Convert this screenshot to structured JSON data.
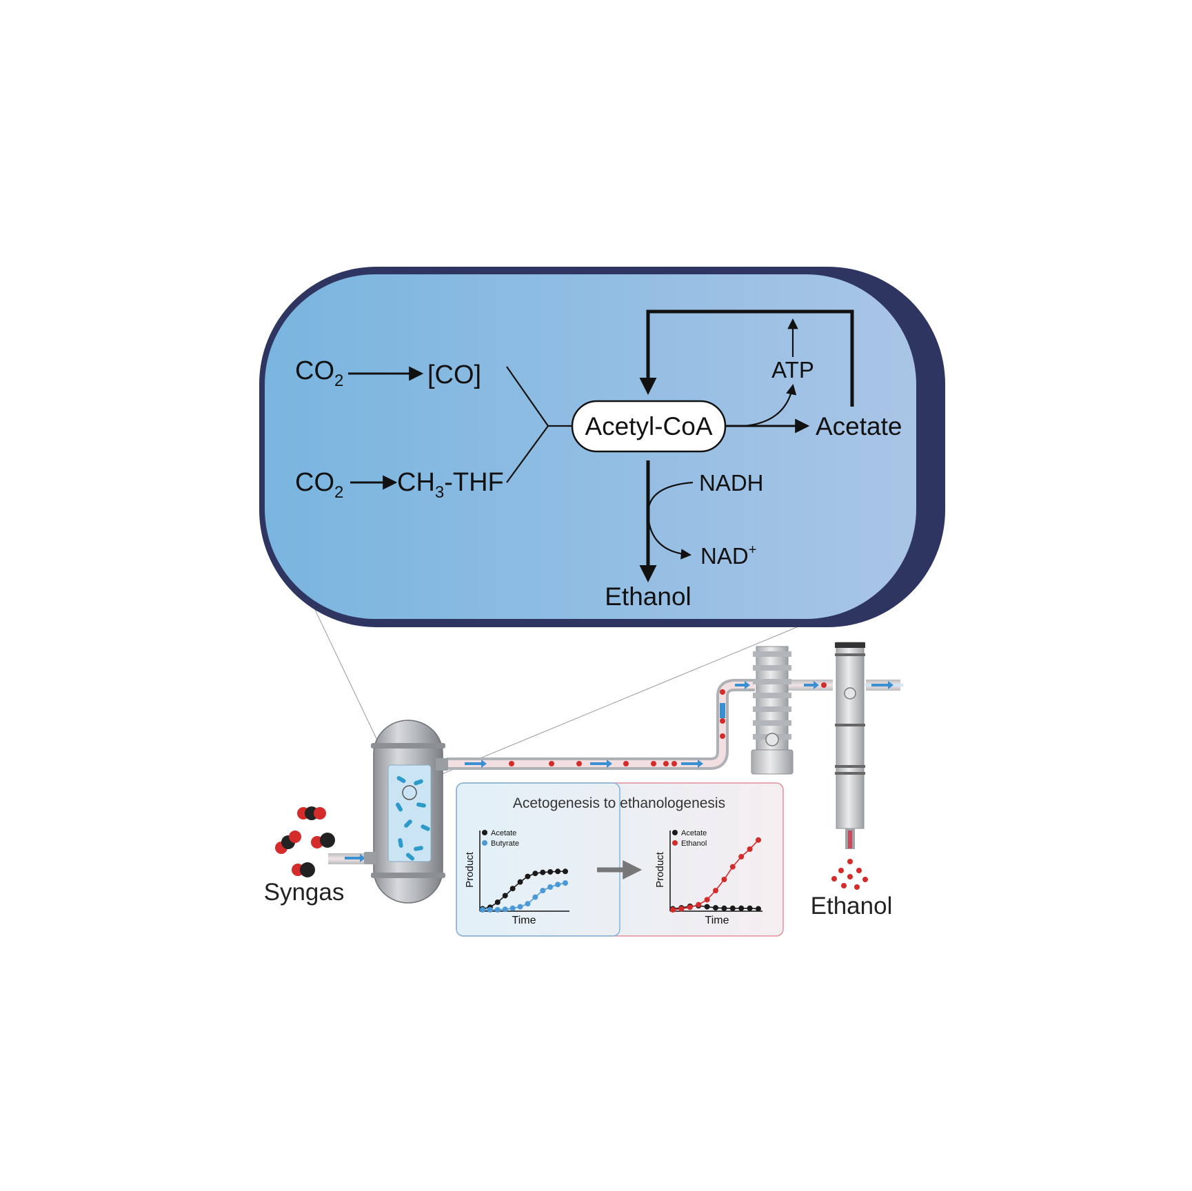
{
  "pathway": {
    "co2_top": "CO",
    "co2_top_sub": "2",
    "co": "[CO]",
    "co2_bottom": "CO",
    "co2_bottom_sub": "2",
    "ch3thf_pre": "CH",
    "ch3thf_sub": "3",
    "ch3thf_post": "-THF",
    "acetyl_coa": "Acetyl-CoA",
    "atp": "ATP",
    "acetate": "Acetate",
    "nadh": "NADH",
    "nad_pre": "NAD",
    "nad_sup": "+",
    "ethanol": "Ethanol"
  },
  "process": {
    "syngas_label": "Syngas",
    "ethanol_label": "Ethanol"
  },
  "inset": {
    "title": "Acetogenesis to ethanologenesis"
  },
  "chart_data": [
    {
      "type": "line",
      "title": "",
      "xlabel": "Time",
      "ylabel": "Product",
      "x": [
        0,
        1,
        2,
        3,
        4,
        5,
        6,
        7,
        8,
        9,
        10,
        11
      ],
      "series": [
        {
          "name": "Acetate",
          "color": "#1a1a1a",
          "values": [
            0.02,
            0.05,
            0.15,
            0.28,
            0.42,
            0.55,
            0.66,
            0.72,
            0.74,
            0.75,
            0.76,
            0.76
          ]
        },
        {
          "name": "Butyrate",
          "color": "#4a9ad8",
          "values": [
            0.0,
            0.0,
            0.0,
            0.01,
            0.03,
            0.06,
            0.12,
            0.25,
            0.38,
            0.45,
            0.5,
            0.53
          ]
        }
      ],
      "ylim": [
        0,
        1.5
      ],
      "legend": "top-left"
    },
    {
      "type": "line",
      "title": "",
      "xlabel": "Time",
      "ylabel": "Product",
      "x": [
        0,
        1,
        2,
        3,
        4,
        5,
        6,
        7,
        8,
        9,
        10
      ],
      "series": [
        {
          "name": "Acetate",
          "color": "#1a1a1a",
          "values": [
            0.02,
            0.04,
            0.07,
            0.08,
            0.06,
            0.04,
            0.03,
            0.03,
            0.03,
            0.03,
            0.02
          ]
        },
        {
          "name": "Ethanol",
          "color": "#d42b2b",
          "values": [
            0.0,
            0.02,
            0.05,
            0.1,
            0.2,
            0.38,
            0.6,
            0.85,
            1.05,
            1.2,
            1.38
          ]
        }
      ],
      "ylim": [
        0,
        1.5
      ],
      "legend": "top-left"
    }
  ],
  "colors": {
    "cell_fill_left": "#7fb8e0",
    "cell_fill_right": "#a9c6e6",
    "cell_border": "#2e3560",
    "ethanol_red": "#d42b2b",
    "flow_blue": "#3a8fd0"
  }
}
